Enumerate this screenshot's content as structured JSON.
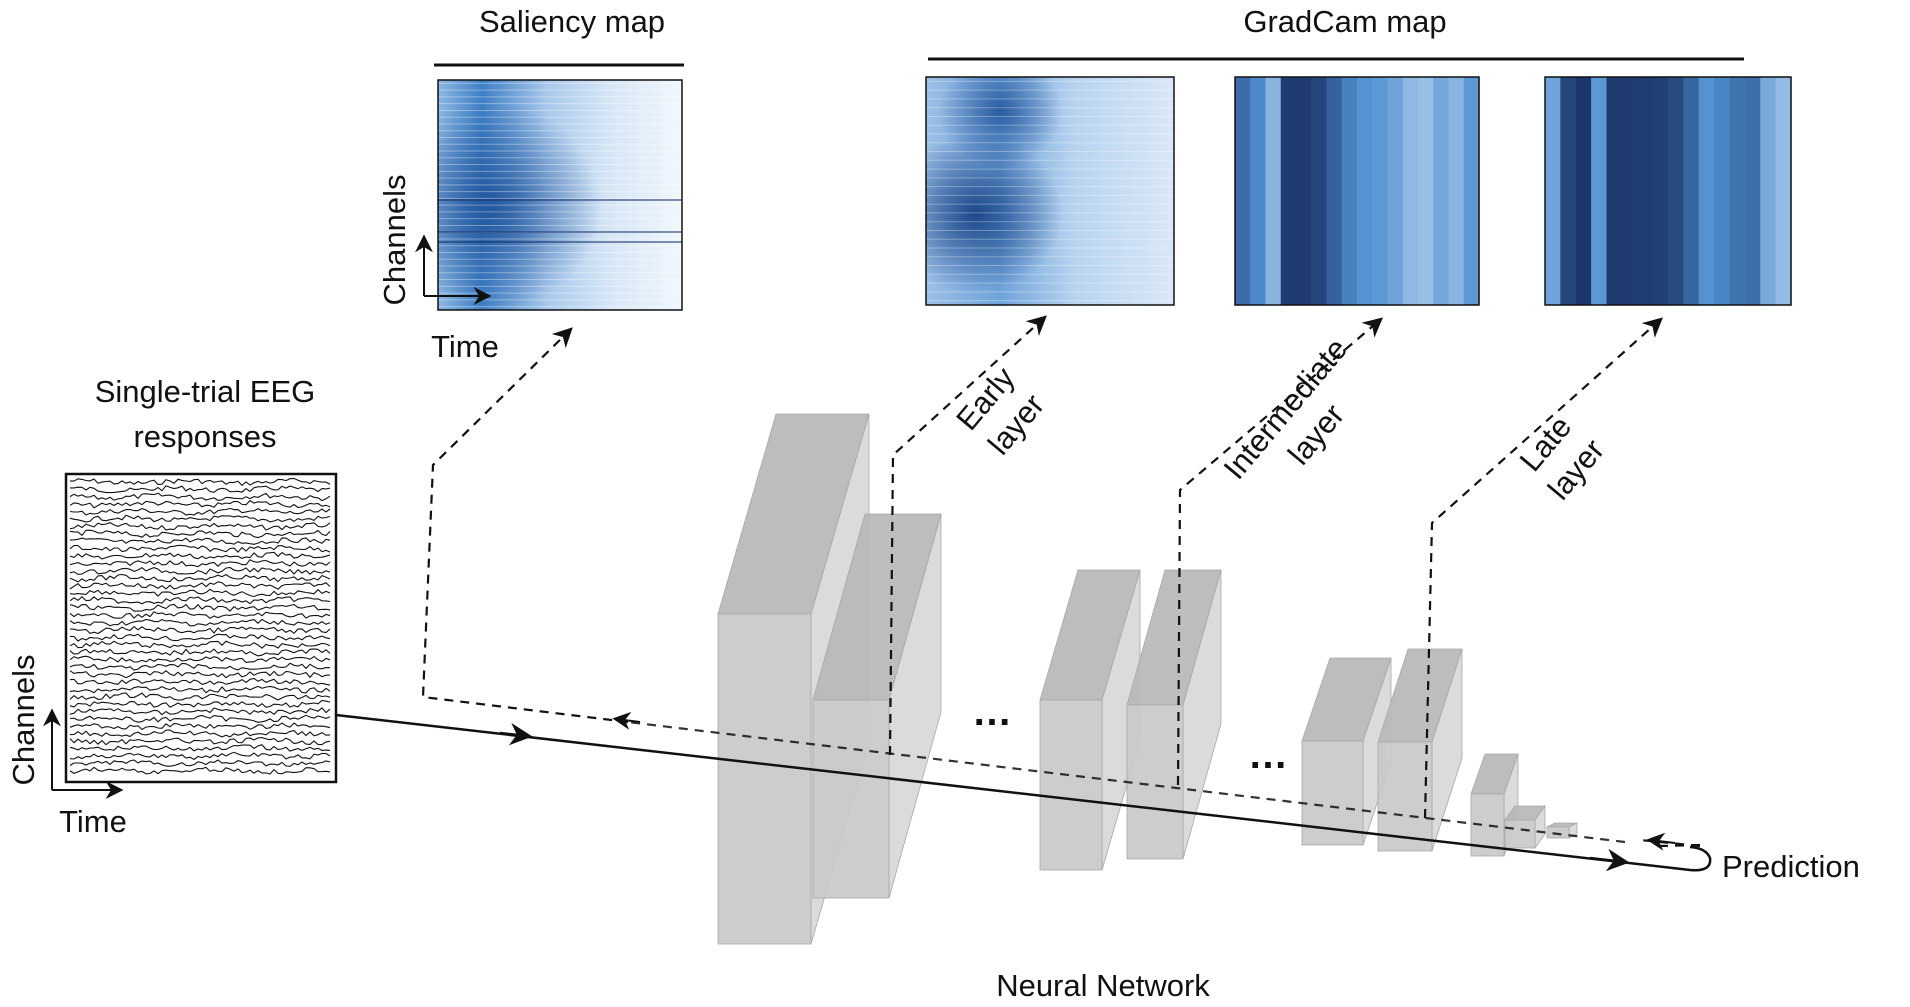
{
  "labels": {
    "saliency_title": "Saliency map",
    "gradcam_title": "GradCam map",
    "eeg_title_line1": "Single-trial EEG",
    "eeg_title_line2": "responses",
    "axis_channels": "Channels",
    "axis_time": "Time",
    "early_line1": "Early",
    "early_line2": "layer",
    "intermediate_line1": "Intermediate",
    "intermediate_line2": "layer",
    "late_line1": "Late",
    "late_line2": "layer",
    "ellipsis": "…",
    "prediction": "Prediction",
    "network": "Neural Network"
  },
  "colors": {
    "line": "#111111",
    "block_face": "#c9c9c9",
    "block_top": "#b9b9b9",
    "block_side": "#d8d8d8",
    "heat_light": "#eef5fc",
    "heat_mid": "#4f8fd0",
    "heat_dark": "#1b3468"
  },
  "gradcam_intermediate_bands": [
    0.75,
    0.62,
    0.38,
    0.97,
    0.97,
    0.92,
    0.8,
    0.66,
    0.58,
    0.55,
    0.48,
    0.36,
    0.32,
    0.46,
    0.38,
    0.55
  ],
  "gradcam_late_bands": [
    0.48,
    0.92,
    0.99,
    0.55,
    0.97,
    0.97,
    0.96,
    0.95,
    0.9,
    0.78,
    0.58,
    0.64,
    0.72,
    0.74,
    0.44,
    0.34
  ]
}
